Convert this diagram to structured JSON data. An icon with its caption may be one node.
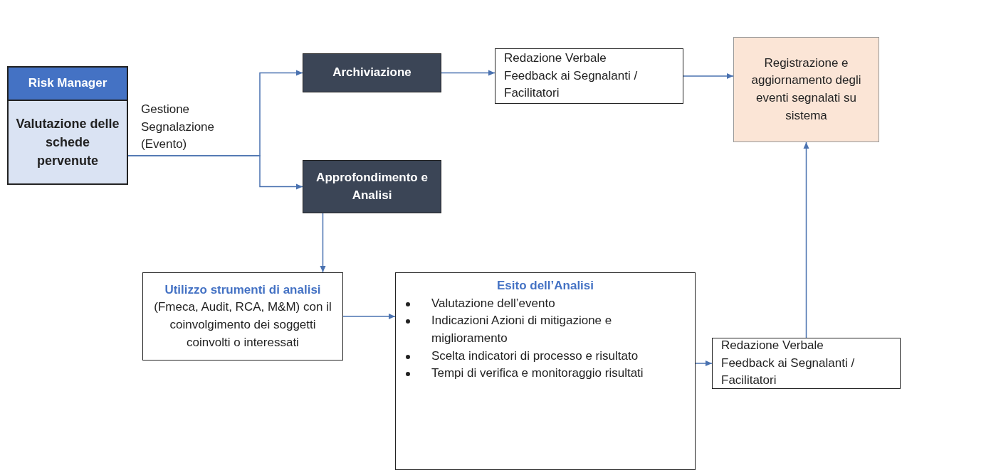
{
  "diagram": {
    "nodes": [
      {
        "text": [
          "Risk Manager",
          "Valutazione delle schede pervenute"
        ]
      },
      {
        "text": [
          "Archiviazione"
        ]
      },
      {
        "text": [
          "Approfondimento e Analisi"
        ]
      },
      {
        "text": [
          "Redazione Verbale",
          "Feedback ai Segnalanti / Facilitatori"
        ]
      },
      {
        "text": [
          "Registrazione e aggiornamento degli eventi segnalati su sistema"
        ]
      },
      {
        "text": [
          "Utilizzo strumenti di analisi",
          "(Fmeca, Audit, RCA, M&M) con il coinvolgimento dei soggetti coinvolti o interessati"
        ]
      },
      {
        "text": [
          "Esito dell’Analisi",
          "Valutazione dell’evento",
          "Indicazioni Azioni di mitigazione e miglioramento",
          "Scelta indicatori di processo e risultato",
          "Tempi di verifica e monitoraggio risultati"
        ]
      },
      {
        "text": [
          "Redazione Verbale",
          "Feedback ai Segnalanti / Facilitatori"
        ]
      }
    ],
    "edges": [
      {
        "from": 0,
        "to": 1,
        "arrow": "to"
      },
      {
        "from": 0,
        "to": 2,
        "arrow": "to"
      },
      {
        "from": 1,
        "to": 3,
        "arrow": "to"
      },
      {
        "from": 3,
        "to": 4,
        "arrow": "to"
      },
      {
        "from": 2,
        "to": 5,
        "arrow": "to"
      },
      {
        "from": 5,
        "to": 6,
        "arrow": "to"
      },
      {
        "from": 6,
        "to": 7,
        "arrow": "to"
      },
      {
        "from": 7,
        "to": 4,
        "arrow": "to"
      }
    ],
    "labels": [
      "Gestione Segnalazione (Evento)"
    ]
  }
}
